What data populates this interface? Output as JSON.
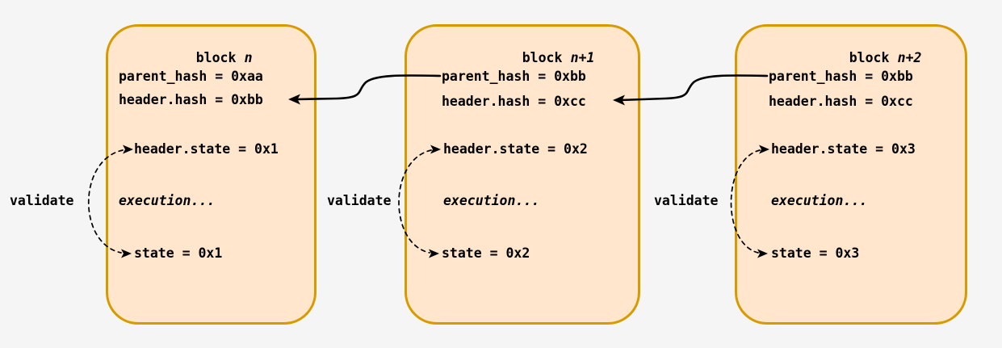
{
  "diagram": {
    "validate_label": "validate",
    "blocks": [
      {
        "title_word": "block",
        "title_index": "n",
        "fields": {
          "parent_hash": "parent_hash = 0xaa",
          "header_hash": "header.hash = 0xbb",
          "header_state": "header.state = 0x1",
          "execution": "execution...",
          "state": "state = 0x1"
        }
      },
      {
        "title_word": "block",
        "title_index": "n+1",
        "fields": {
          "parent_hash": "parent_hash = 0xbb",
          "header_hash": "header.hash = 0xcc",
          "header_state": "header.state = 0x2",
          "execution": "execution...",
          "state": "state = 0x2"
        }
      },
      {
        "title_word": "block",
        "title_index": "n+2",
        "fields": {
          "parent_hash": "parent_hash = 0xbb",
          "header_hash": "header.hash = 0xcc",
          "header_state": "header.state = 0x3",
          "execution": "execution...",
          "state": "state = 0x3"
        }
      }
    ],
    "colors": {
      "background": "#f5f5f5",
      "block_fill": "#ffe6cc",
      "block_border": "#d79b00",
      "text": "#000000",
      "arrow": "#000000"
    }
  }
}
